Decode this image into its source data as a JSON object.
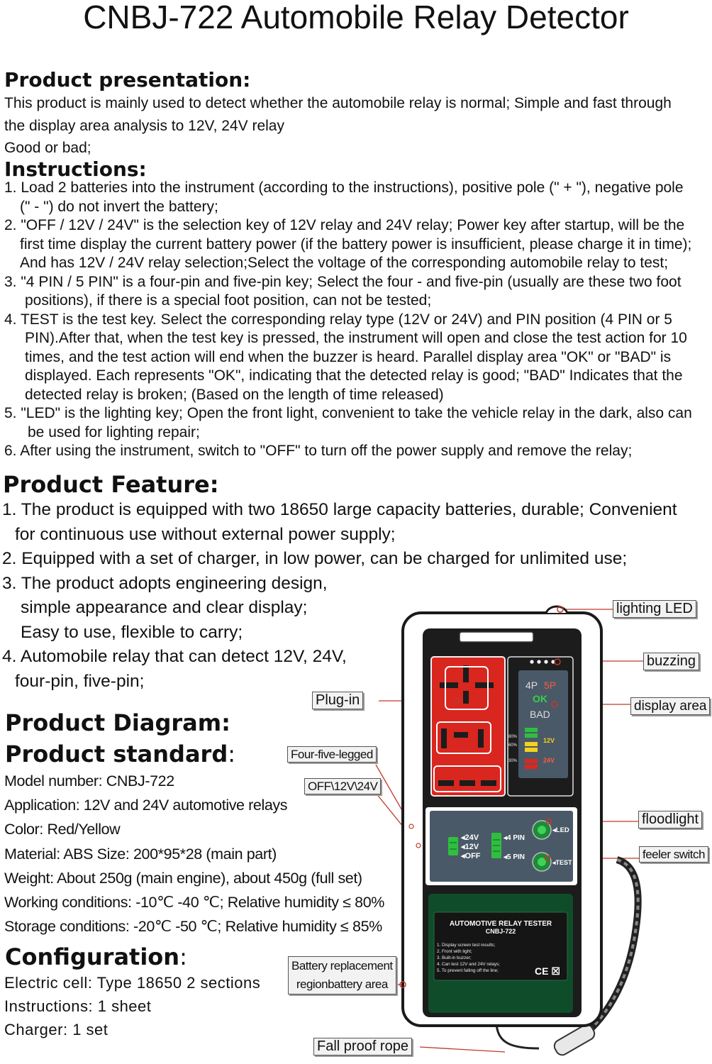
{
  "title": "CNBJ-722 Automobile Relay Detector",
  "presentation": {
    "heading": "Product presentation:",
    "lines": [
      "This product is mainly used to detect whether the automobile relay is normal; Simple and fast through",
      "the display area analysis to 12V, 24V relay",
      "Good or bad;"
    ]
  },
  "instructions": {
    "heading": "Instructions:",
    "lines": [
      "1. Load 2 batteries into the instrument (according to the instructions), positive pole (\" + \"), negative pole",
      "(\" - \") do not invert the battery;",
      "2. \"OFF / 12V / 24V\" is the selection key of 12V relay and 24V relay; Power key after startup, will be the",
      "first time display the current battery power (if the battery power is insufficient, please charge it in time);",
      "And has 12V / 24V relay selection;Select the voltage of the corresponding automobile relay to test;",
      "3. \"4 PIN / 5 PIN\" is a four-pin and five-pin key; Select the four - and five-pin (usually are these two foot",
      "positions), if there is a special foot position, can not be tested;",
      "4. TEST is the test key. Select the corresponding relay type (12V or 24V) and PIN position (4 PIN or 5",
      "PIN).After that, when the test key is pressed, the instrument will open and close the test action for 10",
      "times, and the test action will end when the buzzer is heard. Parallel display area \"OK\" or \"BAD\" is",
      "displayed. Each represents \"OK\", indicating that the detected relay is good; \"BAD\" Indicates that the",
      "detected relay is broken; (Based on the length of time released)",
      "5. \"LED\" is the lighting key; Open the front light, convenient to take the vehicle relay in the dark, also can",
      "be used for lighting repair;",
      "6. After using the instrument, switch to \"OFF\" to turn off the power supply and remove the relay;"
    ]
  },
  "feature": {
    "heading": "Product Feature:",
    "lines": [
      "1. The product is equipped with two 18650 large capacity batteries, durable; Convenient",
      "for continuous use without external power supply;",
      "2. Equipped with a set of charger, in low power, can be charged for unlimited use;",
      "3. The product adopts engineering design,",
      "simple appearance and clear display;",
      "Easy to use, flexible to carry;",
      "4. Automobile relay that can detect 12V, 24V,",
      "four-pin, five-pin;"
    ]
  },
  "diagram_heading": "Product Diagram:",
  "standard": {
    "heading": "Product standard",
    "colon": ":",
    "lines": [
      "Model number: CNBJ-722",
      "Application: 12V and 24V automotive relays",
      "Color: Red/Yellow",
      "Material: ABS Size: 200*95*28 (main part)",
      "Weight: About 250g (main engine), about 450g (full set)",
      "Working conditions: -10℃ -40 ℃; Relative humidity ≤ 80%",
      "Storage conditions: -20℃ -50 ℃; Relative humidity ≤ 85%"
    ]
  },
  "configuration": {
    "heading": "Configuration",
    "colon": ":",
    "lines": [
      "Electric cell: Type 18650 2 sections",
      "Instructions: 1 sheet",
      "Charger: 1 set"
    ]
  },
  "callouts": {
    "lighting_led": "lighting LED",
    "buzzing": "buzzing",
    "display_area": "display area",
    "plug_in": "Plug-in",
    "four_five_legged": "Four-five-legged",
    "off_12v_24v": "OFF\\12V\\24V",
    "floodlight": "floodlight",
    "feeler_switch": "feeler switch",
    "battery_replacement": "Battery replacement",
    "battery_region": "regionbattery area",
    "fall_proof_rope": "Fall proof rope"
  },
  "device": {
    "display": {
      "pin4": "4P",
      "pin5": "5P",
      "ok": "OK",
      "bad": "BAD",
      "v12": "12V",
      "v24": "24V",
      "p80": "80%",
      "p60": "60%",
      "p30": "30%"
    },
    "switch_labels": {
      "v24": "◂24V",
      "v12": "◂12V",
      "off": "◂OFF",
      "pin4": "◂4 PIN",
      "pin5": "◂5 PIN",
      "led": "◂LED",
      "test": "◂TEST"
    },
    "panel": {
      "title": "AUTOMOTIVE RELAY TESTER",
      "model": "CNBJ-722",
      "items": [
        "1. Display screen test results;",
        "2. Front with light;",
        "3. Built-in buzzer;",
        "4. Can test 12V and 24V relays;",
        "5. To prevent falling off the line;"
      ],
      "marks": "CE ☒"
    },
    "colors": {
      "body": "#1c1c1c",
      "relay_red": "#d9261f",
      "green_panel": "#0f4d2a",
      "button_green": "#1e8a3a"
    }
  }
}
